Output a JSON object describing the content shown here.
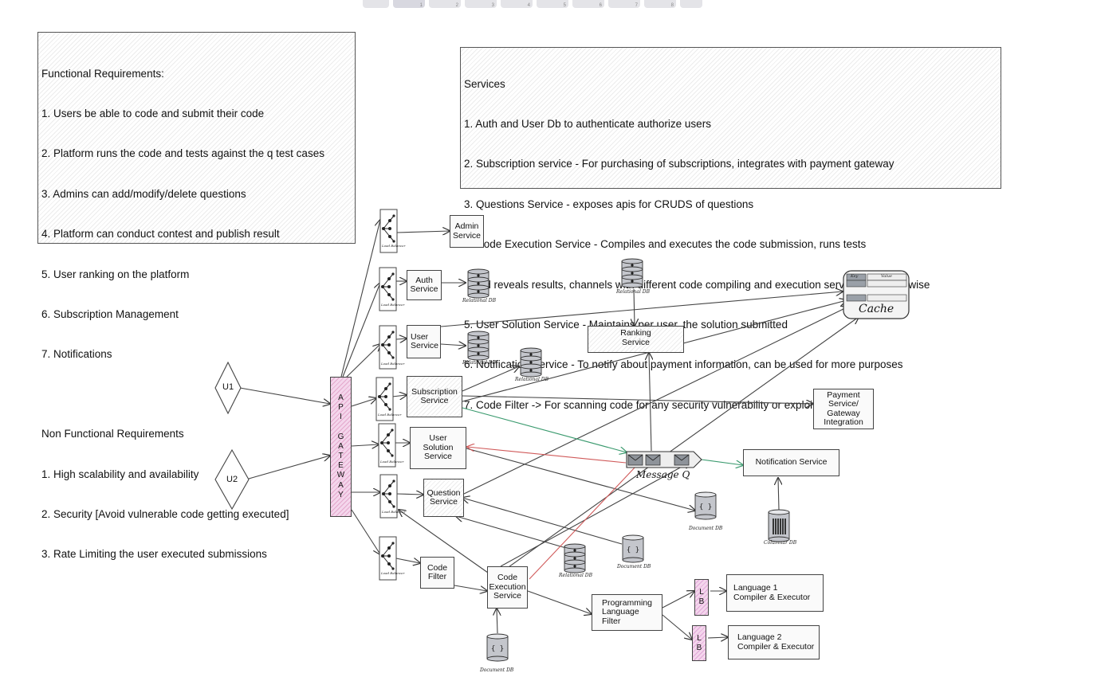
{
  "toolbar": {
    "keys": [
      "1",
      "2",
      "3",
      "4",
      "5",
      "6",
      "7",
      "8"
    ]
  },
  "functional_requirements": {
    "title": "Functional Requirements:",
    "items": [
      "1. Users be able to code and submit their code",
      "2. Platform runs the code and tests against the q test cases",
      "3. Admins can add/modify/delete questions",
      "4. Platform can conduct contest and publish result",
      "5. User ranking on the platform",
      "6. Subscription Management",
      "7. Notifications"
    ],
    "nf_title": "Non Functional Requirements",
    "nf_items": [
      "1. High scalability and availability",
      "2. Security [Avoid vulnerable code getting executed]",
      "3. Rate Limiting the user executed submissions"
    ]
  },
  "services_note": {
    "title": "Services",
    "items": [
      "1. Auth and User Db to authenticate authorize users",
      "2. Subscription service - For purchasing of subscriptions, integrates with payment gateway",
      "3. Questions Service - exposes apis for CRUDS of questions",
      "4. Code Execution Service - Compiles and executes the code submission, runs tests",
      "   and reveals results, channels with different code compiling and execution service language wise",
      "5. User Solution Service - Maintains per user, the solution submitted",
      "6. Notification Service - To notify about payment information, can be used for more purposes",
      "7. Code Filter -> For scanning code for any security vulnerability or exploitation"
    ]
  },
  "users": {
    "u1": "U1",
    "u2": "U2"
  },
  "api_gateway": [
    "A",
    "P",
    "I",
    "",
    "G",
    "A",
    "T",
    "E",
    "W",
    "A",
    "Y"
  ],
  "services": {
    "admin": "Admin\nService",
    "auth": "Auth\nService",
    "user": "User\nService",
    "subscription": "Subscription\nService",
    "user_solution": "User\nSolution\nService",
    "question": "Question\nService",
    "code_filter": "Code\nFilter",
    "code_execution": "Code\nExecution\nService",
    "ranking": "Ranking\nService",
    "payment": "Payment\nService/\nGateway\nIntegration",
    "notification": "Notification Service",
    "prog_lang_filter": "Programming\nLanguage\nFilter",
    "lang1": "Language 1\nCompiler & Executor",
    "lang2": "Language 2\nCompiler & Executor"
  },
  "lb": [
    "L",
    "B"
  ],
  "labels": {
    "relational_db": "Relational DB",
    "document_db": "Document DB",
    "columnar_db": "Columnar DB",
    "load_balancer": "Load Balancer",
    "cache": "Cache",
    "key": "Key",
    "value": "Value",
    "message_q": "Message Q"
  },
  "colors": {
    "gateway_fill": "#f1d0ea",
    "green_arrow": "#3a9a6e",
    "red_arrow": "#d05a5a",
    "db_fill": "#c4c6cc"
  }
}
